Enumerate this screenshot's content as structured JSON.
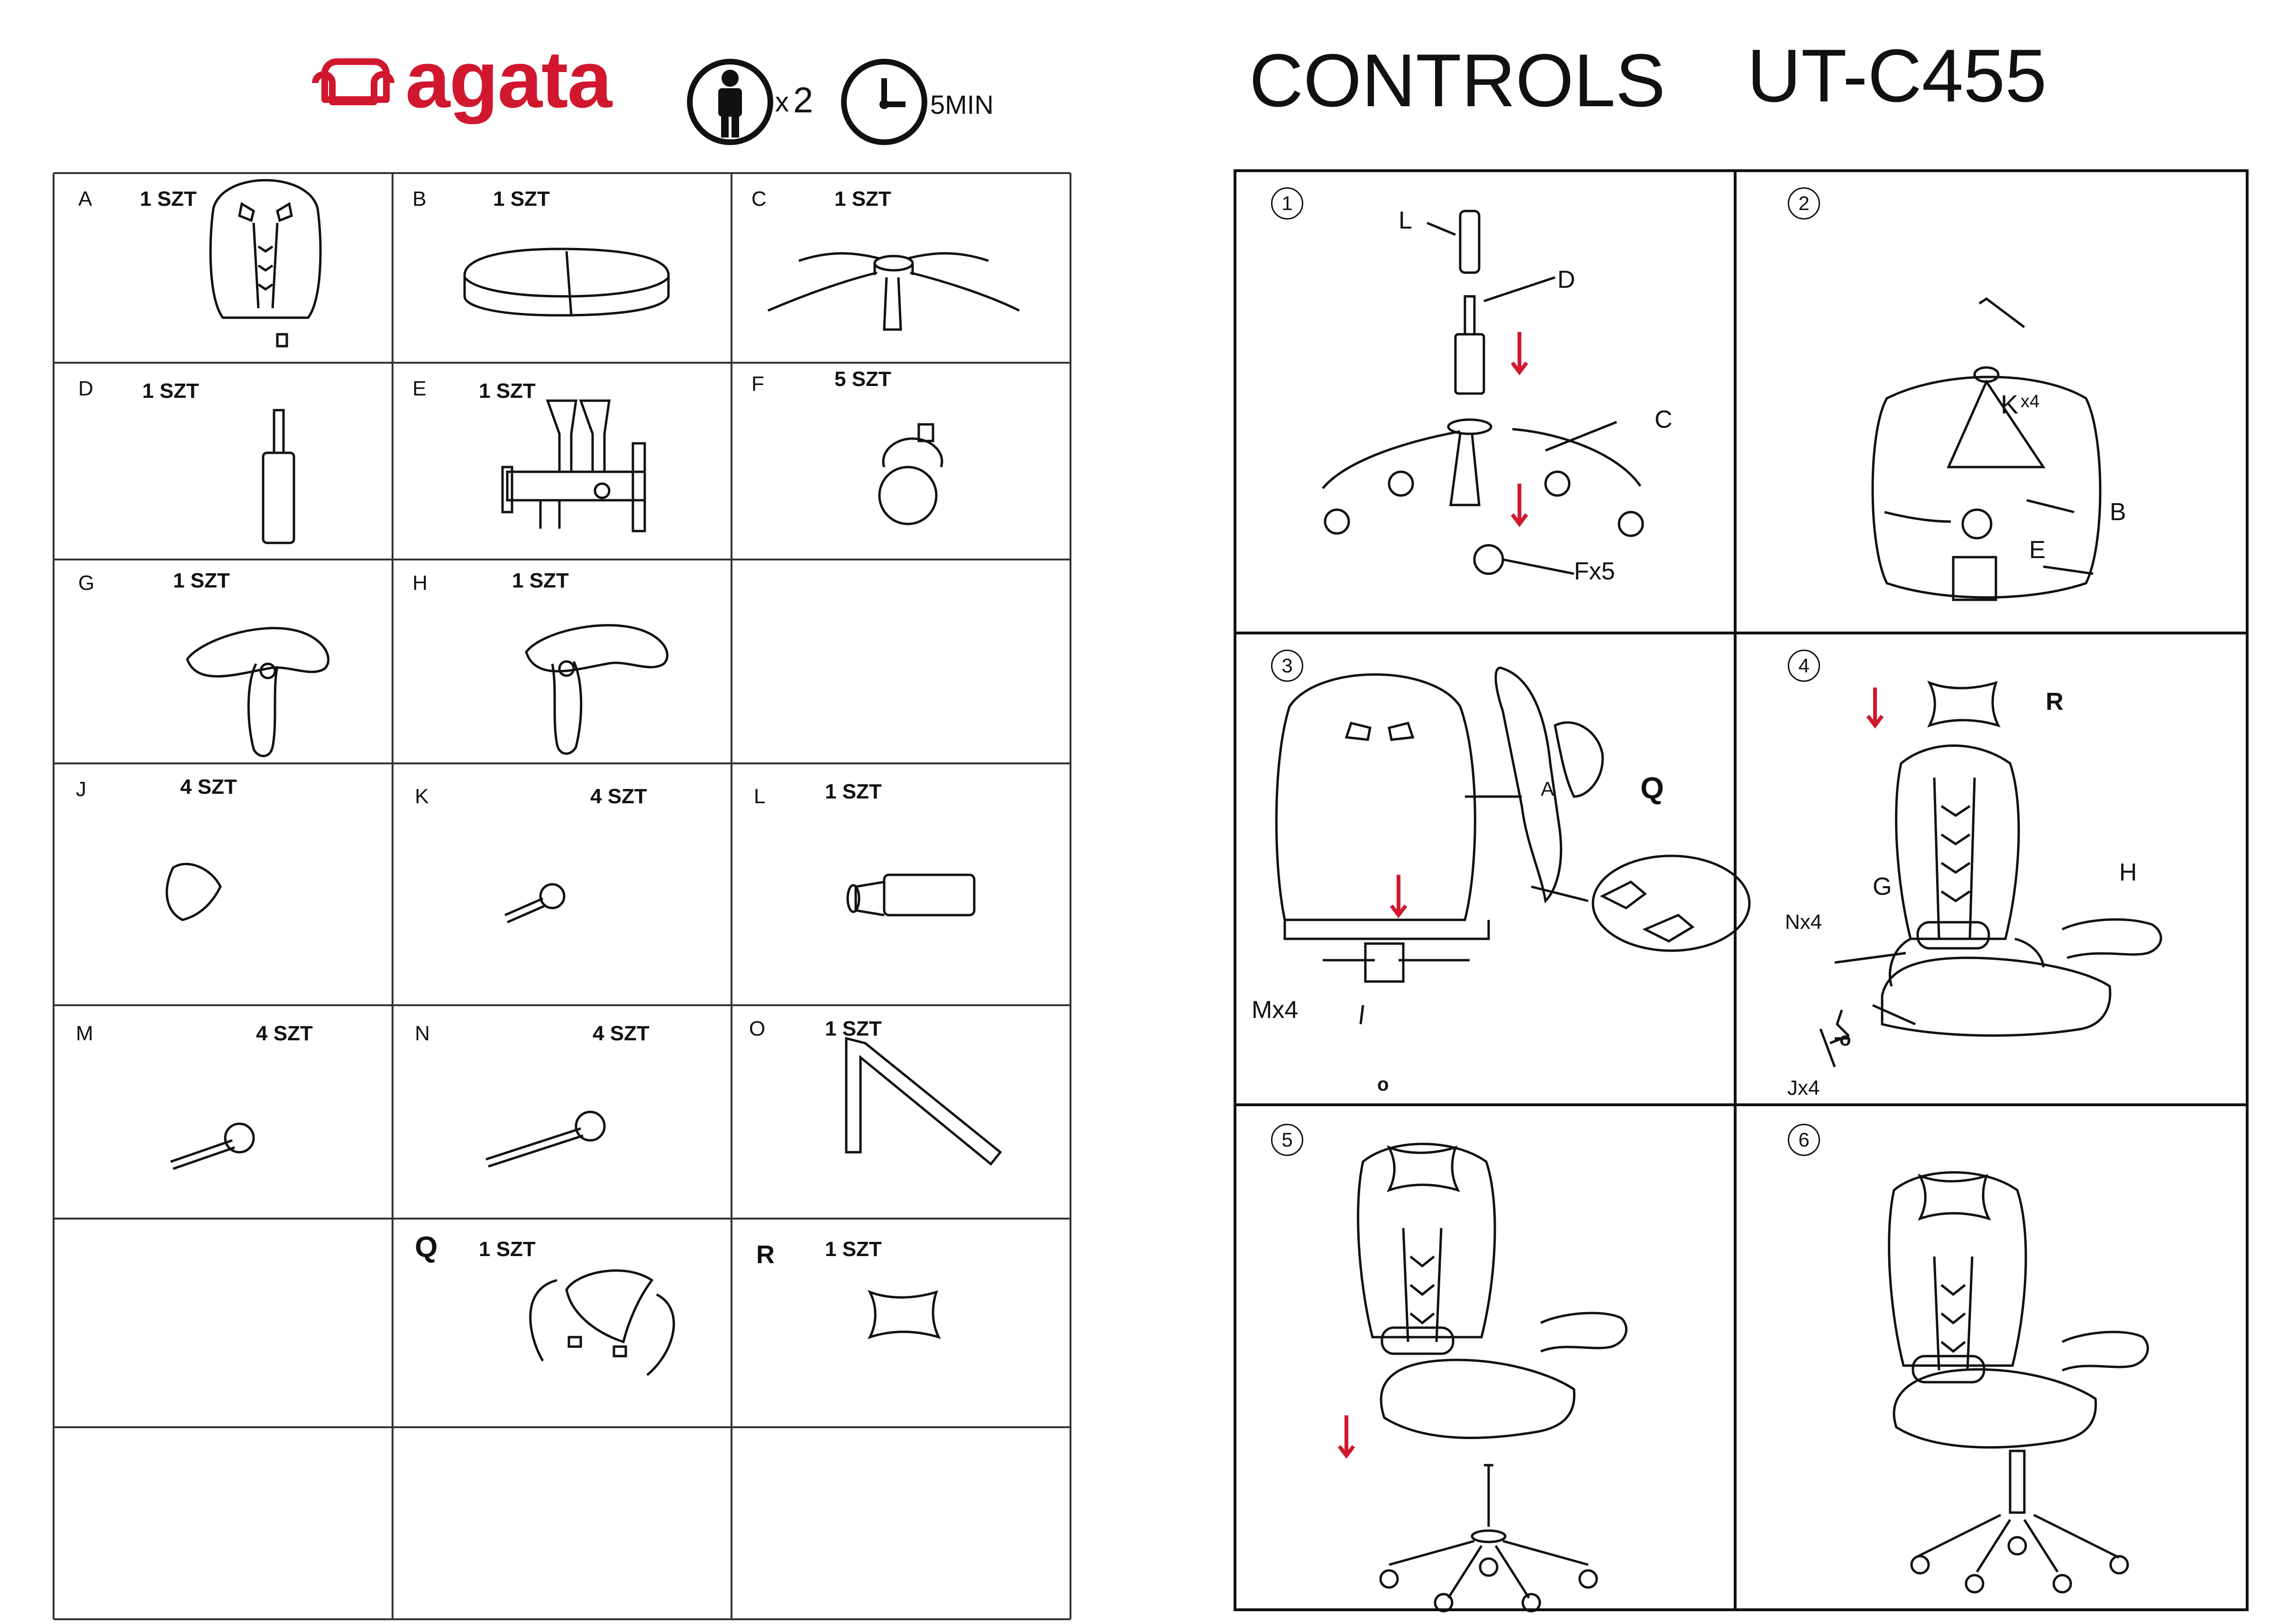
{
  "header": {
    "brand": "agata",
    "persons": "x",
    "persons_count": "2",
    "time": "5MIN",
    "title": "CONTROLS",
    "model": "UT-C455"
  },
  "parts": [
    {
      "letter": "A",
      "qty": "1 SZT"
    },
    {
      "letter": "B",
      "qty": "1 SZT"
    },
    {
      "letter": "C",
      "qty": "1 SZT"
    },
    {
      "letter": "D",
      "qty": "1 SZT"
    },
    {
      "letter": "E",
      "qty": "1 SZT"
    },
    {
      "letter": "F",
      "qty": "5 SZT"
    },
    {
      "letter": "G",
      "qty": "1 SZT"
    },
    {
      "letter": "H",
      "qty": "1 SZT"
    },
    {
      "letter": "J",
      "qty": "4 SZT"
    },
    {
      "letter": "K",
      "qty": "4 SZT"
    },
    {
      "letter": "L",
      "qty": "1 SZT"
    },
    {
      "letter": "M",
      "qty": "4 SZT"
    },
    {
      "letter": "N",
      "qty": "4 SZT"
    },
    {
      "letter": "O",
      "qty": "1 SZT"
    },
    {
      "letter": "Q",
      "qty": "1 SZT"
    },
    {
      "letter": "R",
      "qty": "1 SZT"
    }
  ],
  "steps": {
    "s1": {
      "num": "1",
      "labels": {
        "L": "L",
        "D": "D",
        "C": "C",
        "F": "Fx5"
      }
    },
    "s2": {
      "num": "2",
      "labels": {
        "K": "K",
        "Kx": "x4",
        "B": "B",
        "E": "E"
      }
    },
    "s3": {
      "num": "3",
      "labels": {
        "A": "A",
        "Q": "Q",
        "M": "Mx4",
        "O": "o"
      }
    },
    "s4": {
      "num": "4",
      "labels": {
        "R": "R",
        "G": "G",
        "H": "H",
        "N": "Nx4",
        "J": "Jx4",
        "O": "o"
      }
    },
    "s5": {
      "num": "5"
    },
    "s6": {
      "num": "6"
    }
  },
  "colors": {
    "brand_red": "#d0172e",
    "arrow_red": "#d0172e",
    "line": "#111111"
  }
}
